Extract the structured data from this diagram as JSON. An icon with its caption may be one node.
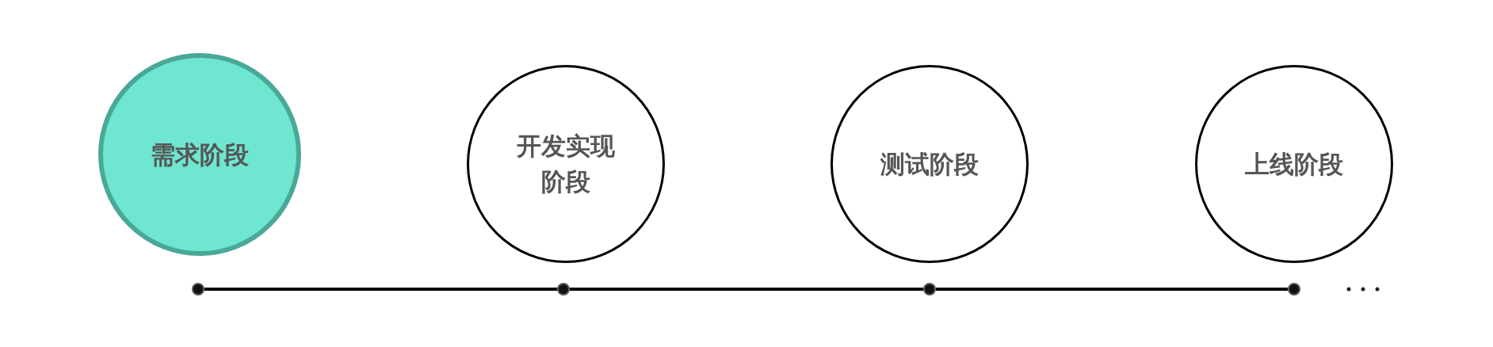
{
  "diagram": {
    "nodes": [
      {
        "text": [
          "需求阶段"
        ]
      },
      {
        "text": [
          "开发实现阶段"
        ]
      },
      {
        "text": [
          "测试阶段"
        ]
      },
      {
        "text": [
          "上线阶段"
        ]
      },
      {
        "text": [],
        "shape": "circle"
      },
      {
        "text": [],
        "shape": "circle"
      },
      {
        "text": [],
        "shape": "circle"
      },
      {
        "text": [],
        "shape": "circle"
      }
    ],
    "edges": [
      {
        "from": 4,
        "to": 5,
        "arrow": "none"
      },
      {
        "from": 5,
        "to": 6,
        "arrow": "none"
      },
      {
        "from": 6,
        "to": 7,
        "arrow": "none"
      }
    ]
  }
}
